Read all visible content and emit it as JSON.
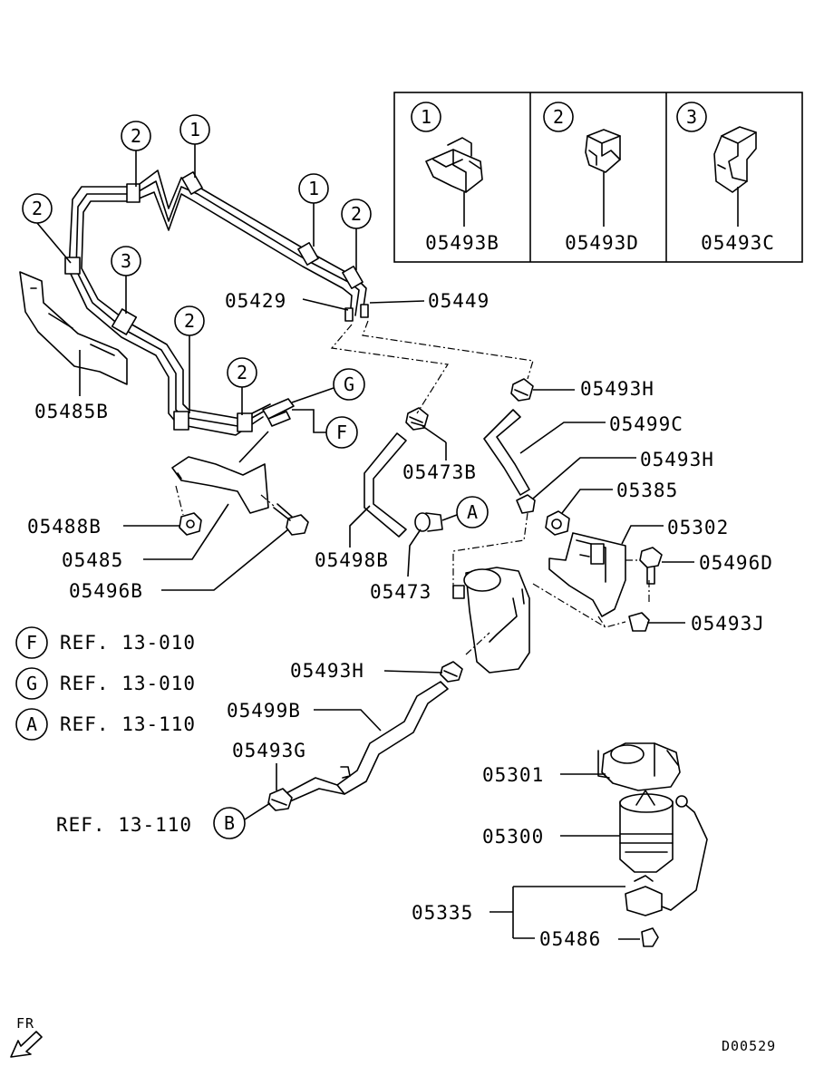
{
  "diagram_code": "D00529",
  "direction_label": "FR",
  "legend_boxes": [
    {
      "num": "1",
      "part": "05493B"
    },
    {
      "num": "2",
      "part": "05493D"
    },
    {
      "num": "3",
      "part": "05493C"
    }
  ],
  "callout_numbers": {
    "one": "1",
    "two": "2",
    "three": "3"
  },
  "ref_letters": {
    "F": "F",
    "G": "G",
    "A": "A",
    "B": "B"
  },
  "references": [
    {
      "letter": "F",
      "text": "REF. 13-010"
    },
    {
      "letter": "G",
      "text": "REF. 13-010"
    },
    {
      "letter": "A",
      "text": "REF. 13-110"
    }
  ],
  "ref_b_text": "REF. 13-110",
  "parts": {
    "p05429": "05429",
    "p05449": "05449",
    "p05485B": "05485B",
    "p05493H_top": "05493H",
    "p05499C": "05499C",
    "p05493H_mid": "05493H",
    "p05473B": "05473B",
    "p05385": "05385",
    "p05302": "05302",
    "p05496D": "05496D",
    "p05488B": "05488B",
    "p05485": "05485",
    "p05496B": "05496B",
    "p05498B": "05498B",
    "p05473": "05473",
    "p05493J": "05493J",
    "p05493H_low": "05493H",
    "p05499B": "05499B",
    "p05493G": "05493G",
    "p05301": "05301",
    "p05300": "05300",
    "p05335": "05335",
    "p05486": "05486"
  }
}
